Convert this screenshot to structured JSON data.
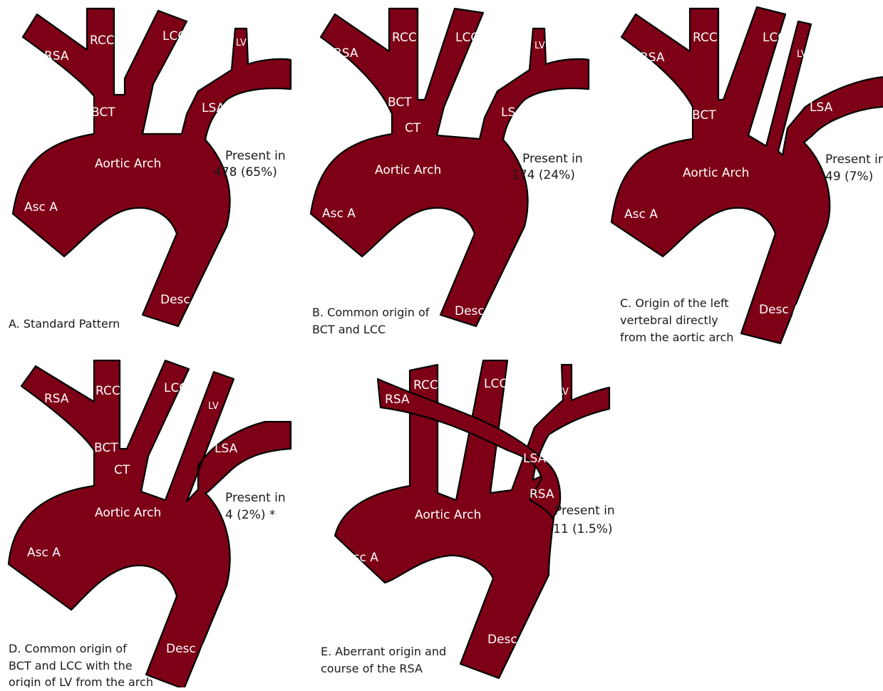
{
  "colors": {
    "vessel": "#7e0016",
    "outline": "#000000",
    "label": "#ffffff",
    "text": "#1a1a1a"
  },
  "panels": [
    {
      "id": "a",
      "labels": {
        "rsa": "RSA",
        "rcc": "RCC",
        "lcc": "LCC",
        "lv": "LV",
        "bct": "BCT",
        "lsa": "LSA",
        "arch": "Aortic Arch",
        "asc": "Asc A",
        "desc": "Desc A"
      },
      "present": [
        "Present in",
        "478 (65%)"
      ],
      "caption": [
        "A. Standard Pattern"
      ]
    },
    {
      "id": "b",
      "labels": {
        "rsa": "RSA",
        "rcc": "RCC",
        "lcc": "LCC",
        "lv": "LV",
        "bct": "BCT",
        "ct": "CT",
        "lsa": "LSA",
        "arch": "Aortic Arch",
        "asc": "Asc A",
        "desc": "Desc A"
      },
      "present": [
        "Present in",
        "174 (24%)"
      ],
      "caption": [
        "B. Common origin of",
        "BCT and LCC"
      ]
    },
    {
      "id": "c",
      "labels": {
        "rsa": "RSA",
        "rcc": "RCC",
        "lcc": "LCC",
        "lv": "LV",
        "bct": "BCT",
        "lsa": "LSA",
        "arch": "Aortic Arch",
        "asc": "Asc A",
        "desc": "Desc A"
      },
      "present": [
        "Present in",
        "49 (7%)"
      ],
      "caption": [
        "C. Origin of the left",
        "vertebral directly",
        "from the aortic arch"
      ]
    },
    {
      "id": "d",
      "labels": {
        "rsa": "RSA",
        "rcc": "RCC",
        "lcc": "LCC",
        "lv": "LV",
        "bct": "BCT",
        "ct": "CT",
        "lsa": "LSA",
        "arch": "Aortic Arch",
        "asc": "Asc A",
        "desc": "Desc A"
      },
      "present": [
        "Present in",
        "4 (2%) *"
      ],
      "caption": [
        "D. Common origin of",
        "BCT and LCC with the",
        "origin of LV from the arch"
      ]
    },
    {
      "id": "e",
      "labels": {
        "rsa": "RSA",
        "rcc": "RCC",
        "lcc": "LCC",
        "lv": "LV",
        "lsa": "LSA",
        "rsa2": "RSA",
        "arch": "Aortic Arch",
        "asc": "Asc A",
        "desc": "Desc A"
      },
      "present": [
        "Present in",
        "11 (1.5%)"
      ],
      "caption": [
        "E.  Aberrant origin and",
        " course of the RSA"
      ]
    }
  ]
}
